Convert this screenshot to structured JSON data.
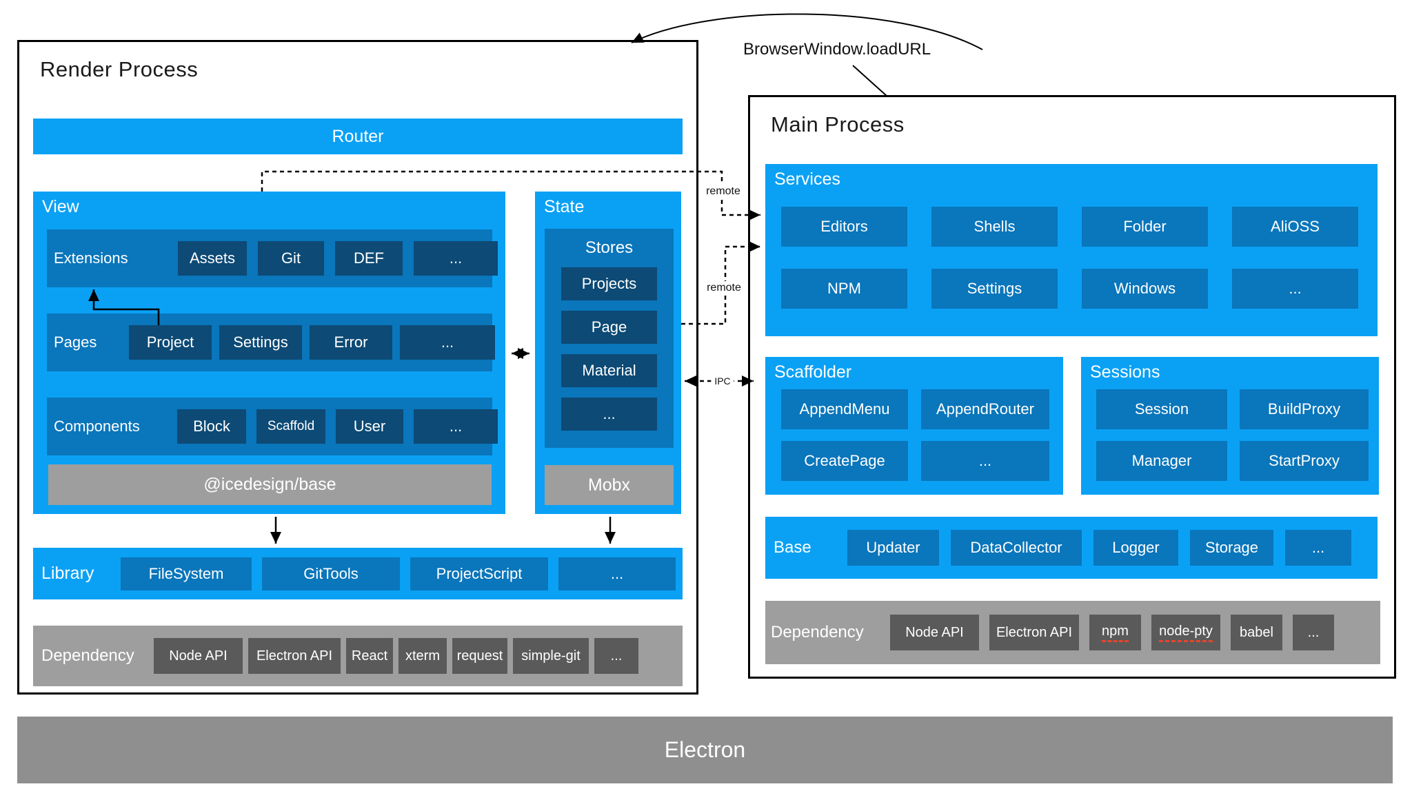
{
  "annotations": {
    "load_url_label": "BrowserWindow.loadURL",
    "remote_label_1": "remote",
    "remote_label_2": "remote",
    "ipc_label": "IPC"
  },
  "render_process": {
    "title": "Render Process",
    "router": "Router",
    "view": {
      "title": "View",
      "rows": [
        {
          "label": "Extensions",
          "items": [
            "Assets",
            "Git",
            "DEF",
            "..."
          ]
        },
        {
          "label": "Pages",
          "items": [
            "Project",
            "Settings",
            "Error",
            "..."
          ]
        },
        {
          "label": "Components",
          "items": [
            "Block",
            "Scaffold",
            "User",
            "..."
          ]
        }
      ],
      "base_bar": "@icedesign/base"
    },
    "state": {
      "title": "State",
      "stores": {
        "title": "Stores",
        "items": [
          "Projects",
          "Page",
          "Material",
          "..."
        ]
      },
      "base_bar": "Mobx"
    },
    "library": {
      "label": "Library",
      "items": [
        "FileSystem",
        "GitTools",
        "ProjectScript",
        "..."
      ]
    },
    "dependency": {
      "label": "Dependency",
      "items": [
        "Node API",
        "Electron API",
        "React",
        "xterm",
        "request",
        "simple-git",
        "..."
      ]
    }
  },
  "main_process": {
    "title": "Main Process",
    "services": {
      "title": "Services",
      "rows": [
        [
          "Editors",
          "Shells",
          "Folder",
          "AliOSS"
        ],
        [
          "NPM",
          "Settings",
          "Windows",
          "..."
        ]
      ]
    },
    "scaffolder": {
      "title": "Scaffolder",
      "rows": [
        [
          "AppendMenu",
          "AppendRouter"
        ],
        [
          "CreatePage",
          "..."
        ]
      ]
    },
    "sessions": {
      "title": "Sessions",
      "rows": [
        [
          "Session",
          "BuildProxy"
        ],
        [
          "Manager",
          "StartProxy"
        ]
      ]
    },
    "base": {
      "label": "Base",
      "items": [
        "Updater",
        "DataCollector",
        "Logger",
        "Storage",
        "..."
      ]
    },
    "dependency": {
      "label": "Dependency",
      "items": [
        {
          "text": "Node API"
        },
        {
          "text": "Electron API"
        },
        {
          "text": "npm"
        },
        {
          "text": "node-pty"
        },
        {
          "text": "babel"
        },
        {
          "text": "..."
        }
      ]
    }
  },
  "electron_bar": "Electron",
  "colors": {
    "bright_blue": "#0aa1f5",
    "medium_blue": "#0a76bb",
    "dark_blue": "#0d4a75",
    "gray_bar": "#9e9e9e",
    "dark_gray_chip": "#5a5a5a",
    "electron_gray": "#8f8f8f",
    "underline_red": "#e8442e",
    "line_black": "#000000"
  }
}
